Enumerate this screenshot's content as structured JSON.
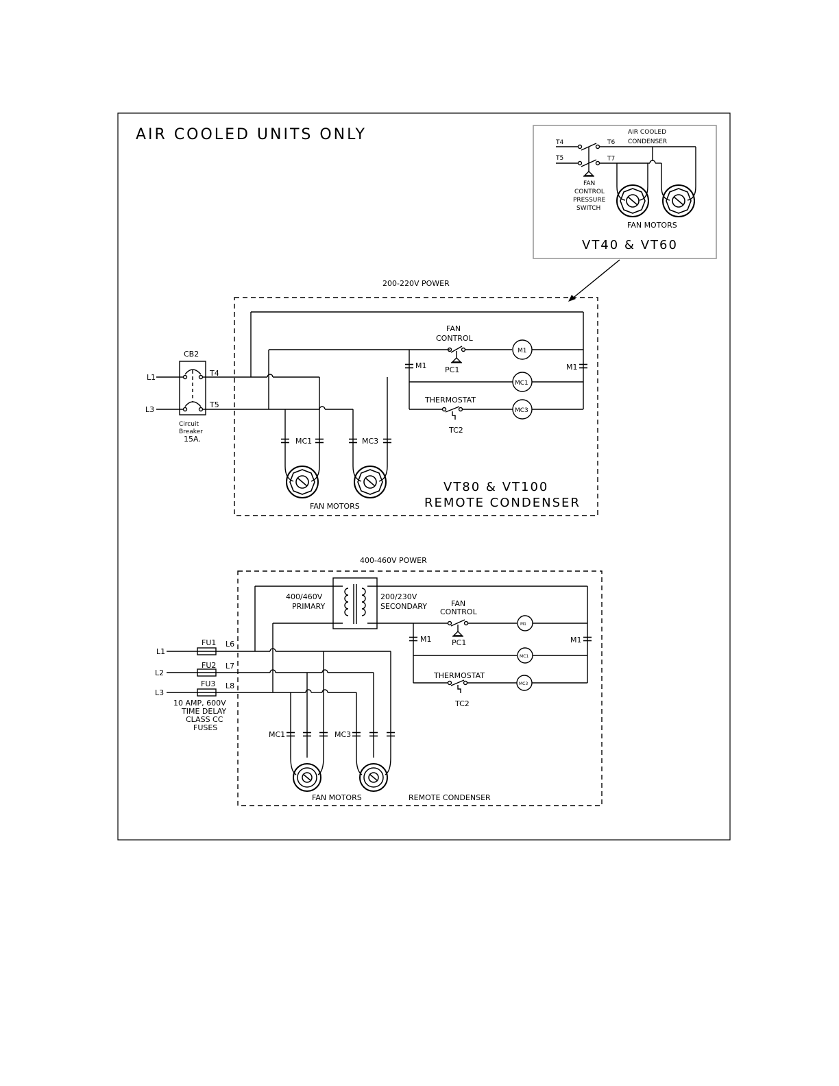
{
  "title": "AIR COOLED UNITS ONLY",
  "inset": {
    "t4": "T4",
    "t5": "T5",
    "t6": "T6",
    "t7": "T7",
    "condenser_1": "AIR COOLED",
    "condenser_2": "CONDENSER",
    "switch_1": "FAN",
    "switch_2": "CONTROL",
    "switch_3": "PRESSURE",
    "switch_4": "SWITCH",
    "fan_motors": "FAN MOTORS",
    "model": "VT40 & VT60"
  },
  "upper": {
    "power": "200-220V POWER",
    "cb": "CB2",
    "l1": "L1",
    "l3": "L3",
    "t4": "T4",
    "t5": "T5",
    "breaker_1": "Circuit",
    "breaker_2": "Breaker",
    "breaker_3": "15A.",
    "fan_control_1": "FAN",
    "fan_control_2": "CONTROL",
    "pc1": "PC1",
    "m1_left": "M1",
    "m1_right": "M1",
    "m1_coil": "M1",
    "mc1_coil": "MC1",
    "mc3_coil": "MC3",
    "thermostat": "THERMOSTAT",
    "tc2": "TC2",
    "mc1": "MC1",
    "mc3": "MC3",
    "fan_motors": "FAN MOTORS",
    "model_1": "VT80 & VT100",
    "model_2": "REMOTE CONDENSER"
  },
  "lower": {
    "power": "400-460V POWER",
    "primary_1": "400/460V",
    "primary_2": "PRIMARY",
    "secondary_1": "200/230V",
    "secondary_2": "SECONDARY",
    "fan_control_1": "FAN",
    "fan_control_2": "CONTROL",
    "pc1": "PC1",
    "m1_left": "M1",
    "m1_right": "M1",
    "m1_coil": "M1",
    "mc1_coil": "MC1",
    "mc3_coil": "MC3",
    "thermostat": "THERMOSTAT",
    "tc2": "TC2",
    "l1": "L1",
    "l2": "L2",
    "l3": "L3",
    "fu1": "FU1",
    "fu2": "FU2",
    "fu3": "FU3",
    "l6": "L6",
    "l7": "L7",
    "l8": "L8",
    "fuse_note_1": "10 AMP, 600V",
    "fuse_note_2": "TIME DELAY",
    "fuse_note_3": "CLASS CC",
    "fuse_note_4": "FUSES",
    "mc1": "MC1",
    "mc3": "MC3",
    "fan_motors": "FAN MOTORS",
    "remote": "REMOTE CONDENSER"
  }
}
